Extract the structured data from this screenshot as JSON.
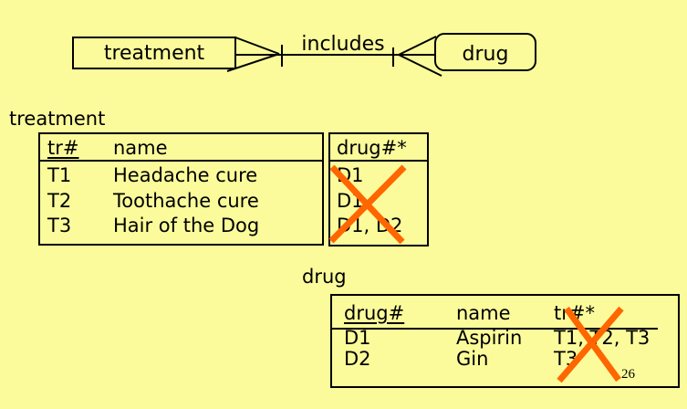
{
  "slide": {
    "page_number": "26"
  },
  "colors": {
    "background": "#FBFB9B",
    "cross_out": "#FF6600",
    "line": "#000000"
  },
  "er_diagram": {
    "left_entity": "treatment",
    "relationship": "includes",
    "right_entity": "drug"
  },
  "treatment_table": {
    "label": "treatment",
    "columns": [
      "tr#",
      "name"
    ],
    "rows": [
      [
        "T1",
        "Headache cure"
      ],
      [
        "T2",
        "Toothache cure"
      ],
      [
        "T3",
        "Hair of the Dog"
      ]
    ],
    "crossed_out_column": {
      "header": "drug#*",
      "values": [
        "D1",
        "D1",
        "D1, D2"
      ]
    }
  },
  "drug_table": {
    "label": "drug",
    "columns": [
      "drug#",
      "name",
      "tr#*"
    ],
    "rows": [
      [
        "D1",
        "Aspirin",
        "T1, T2, T3"
      ],
      [
        "D2",
        "Gin",
        "T3"
      ]
    ]
  }
}
